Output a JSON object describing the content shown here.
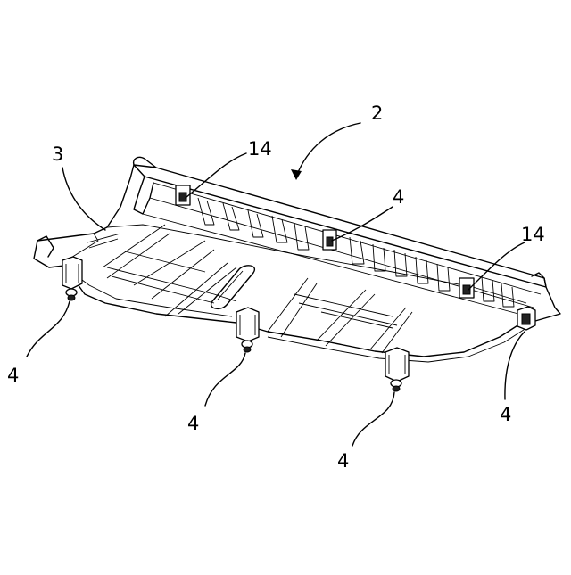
{
  "figure": {
    "labels": [
      {
        "id": "panel",
        "text": "2"
      },
      {
        "id": "edge",
        "text": "3"
      },
      {
        "id": "hook_left",
        "text": "14"
      },
      {
        "id": "hook_mid",
        "text": "4"
      },
      {
        "id": "hook_right",
        "text": "14"
      },
      {
        "id": "foot_left",
        "text": "4"
      },
      {
        "id": "foot_mid1",
        "text": "4"
      },
      {
        "id": "foot_mid2",
        "text": "4"
      },
      {
        "id": "foot_right",
        "text": "4"
      }
    ]
  }
}
